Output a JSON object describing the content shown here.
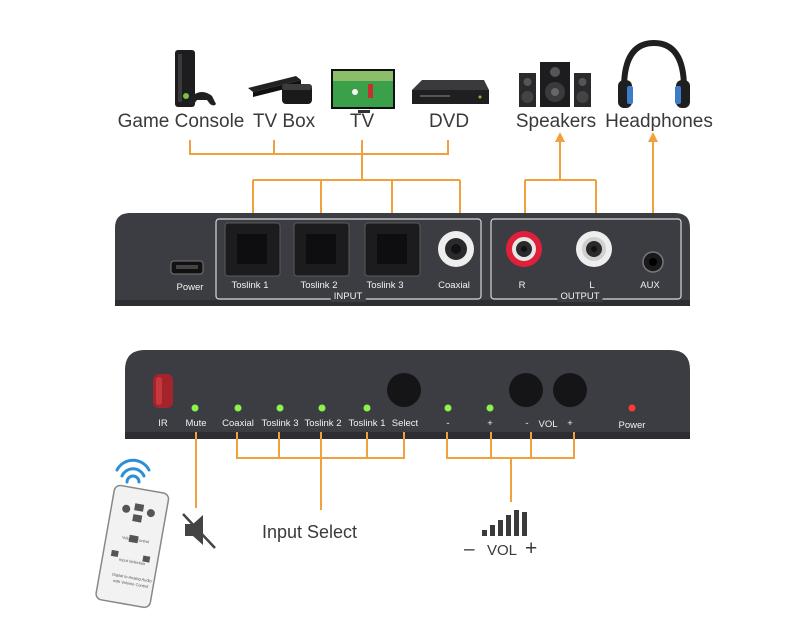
{
  "top_devices": {
    "game_console": "Game Console",
    "tv_box": "TV Box",
    "tv": "TV",
    "dvd": "DVD",
    "speakers": "Speakers",
    "headphones": "Headphones"
  },
  "rear_panel": {
    "power": "Power",
    "toslink1": "Toslink 1",
    "toslink2": "Toslink 2",
    "toslink3": "Toslink 3",
    "coaxial": "Coaxial",
    "input_group": "INPUT",
    "r": "R",
    "l": "L",
    "aux": "AUX",
    "output_group": "OUTPUT"
  },
  "front_panel": {
    "ir": "IR",
    "mute": "Mute",
    "coaxial": "Coaxial",
    "toslink3": "Toslink 3",
    "toslink2": "Toslink 2",
    "toslink1": "Toslink 1",
    "select": "Select",
    "minus": "-",
    "plus": "+",
    "vol_minus": "-",
    "vol": "VOL",
    "vol_plus": "+",
    "power": "Power"
  },
  "bottom": {
    "input_select": "Input Select",
    "vol_minus": "–",
    "vol": "VOL",
    "vol_plus": "+"
  },
  "remote": {
    "line1": "Digital to Analog Audio",
    "line2": "with Volume Control",
    "mid_label": "Volume Control",
    "lower_label": "Input Selection"
  },
  "colors": {
    "orange": "#f0a03c",
    "panel": "#3b3d42",
    "led_green": "#8df34a",
    "led_red": "#ff3b30",
    "rca_red": "#e0203a"
  },
  "icons": [
    "xbox-console-icon",
    "tv-box-icon",
    "tv-icon",
    "dvd-player-icon",
    "speakers-icon",
    "headphones-icon",
    "remote-icon",
    "wifi-signal-icon",
    "mute-speaker-icon",
    "volume-bars-icon"
  ]
}
